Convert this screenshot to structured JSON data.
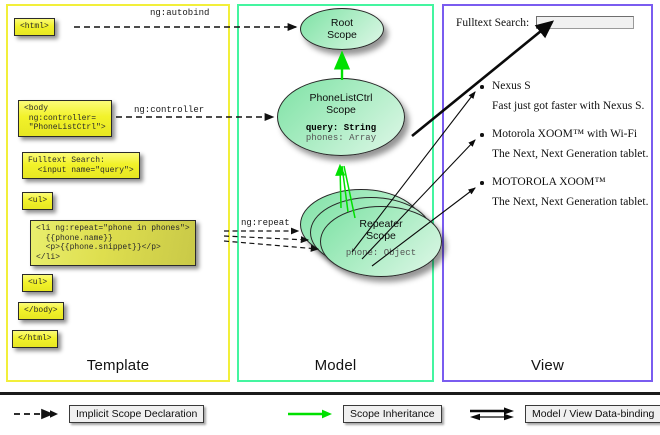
{
  "diagram": {
    "title": "AngularJS Template / Model / View scope diagram",
    "columns": [
      {
        "id": "template",
        "label": "Template",
        "border_color": "#f2ef3a"
      },
      {
        "id": "model",
        "label": "Model",
        "border_color": "#44f5a0"
      },
      {
        "id": "view",
        "label": "View",
        "border_color": "#7a5cf0"
      }
    ]
  },
  "template": {
    "boxes": [
      {
        "name": "html-open",
        "code": "<html>"
      },
      {
        "name": "body-open",
        "code": "<body\n ng:controller=\n \"PhoneListCtrl\">"
      },
      {
        "name": "search",
        "code": "Fulltext Search:\n  <input name=\"query\">"
      },
      {
        "name": "ul-open",
        "code": "<ul>"
      },
      {
        "name": "li-repeat",
        "code": "<li ng:repeat=\"phone in phones\">\n  {{phone.name}}\n  <p>{{phone.snippet}}</p>\n</li>"
      },
      {
        "name": "ul-close",
        "code": "<ul>"
      },
      {
        "name": "body-close",
        "code": "</body>"
      },
      {
        "name": "html-close",
        "code": "</html>"
      }
    ]
  },
  "model": {
    "scopes": [
      {
        "name": "root-scope",
        "title": "Root\nScope",
        "title_line1": "Root",
        "title_line2": "Scope",
        "props": []
      },
      {
        "name": "phonelistctrl-scope",
        "title_line1": "PhoneListCtrl",
        "title_line2": "Scope",
        "props": [
          {
            "text": "query: String",
            "strong": true
          },
          {
            "text": "phones: Array",
            "strong": false
          }
        ]
      },
      {
        "name": "repeater-scope",
        "title_line1": "Repeater",
        "title_line2": "Scope",
        "props": [
          {
            "text": "phone: Object",
            "strong": false
          }
        ],
        "stack_count": 3
      }
    ],
    "edge_labels": {
      "autobind": "ng:autobind",
      "controller": "ng:controller",
      "repeat": "ng:repeat"
    }
  },
  "view": {
    "search_label": "Fulltext Search:",
    "search_value": "",
    "search_placeholder": "",
    "items": [
      {
        "name": "Nexus S",
        "snippet": "Fast just got faster with Nexus S."
      },
      {
        "name": "Motorola XOOM™  with Wi-Fi",
        "snippet": "The Next, Next Generation tablet."
      },
      {
        "name": "MOTOROLA XOOM™",
        "snippet": "The Next, Next Generation tablet."
      }
    ]
  },
  "legend": {
    "items": [
      {
        "name": "implicit-scope-declaration",
        "label": "Implicit Scope Declaration",
        "style": "dashed-arrow",
        "color": "#111111"
      },
      {
        "name": "scope-inheritance",
        "label": "Scope Inheritance",
        "style": "green-arrow",
        "color": "#00e000"
      },
      {
        "name": "model-view-data-binding",
        "label": "Model / View Data-binding",
        "style": "double-arrow",
        "color": "#111111"
      }
    ]
  },
  "colors": {
    "template_border": "#f2ef3a",
    "model_border": "#44f5a0",
    "view_border": "#7a5cf0",
    "code_box_fill": "#f2f22a",
    "scope_fill": "#a9ecc2",
    "inheritance_arrow": "#00e000"
  }
}
